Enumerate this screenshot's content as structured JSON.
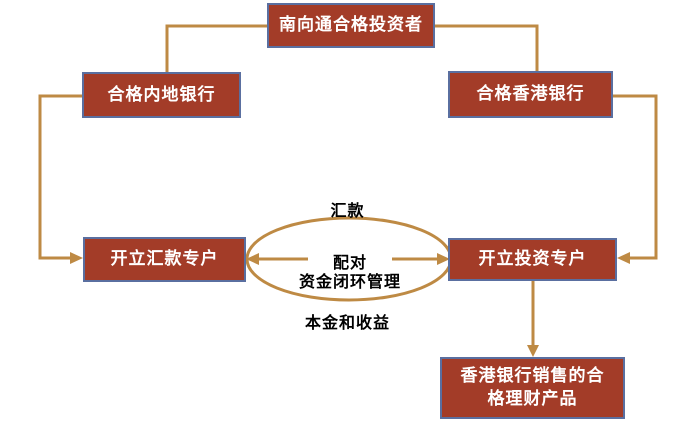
{
  "diagram": {
    "nodes": {
      "investor": {
        "label": "南向通合格投资者"
      },
      "mainland_bank": {
        "label": "合格内地银行"
      },
      "hk_bank": {
        "label": "合格香港银行"
      },
      "remittance_account": {
        "label": "开立汇款专户"
      },
      "investment_account": {
        "label": "开立投资专户"
      },
      "wm_products": {
        "lines": [
          "香港银行销售的合",
          "格理财产品"
        ]
      }
    },
    "labels": {
      "remittance_flow": "汇款",
      "pairing": "配对",
      "closed_loop": "资金闭环管理",
      "principal_income": "本金和收益"
    },
    "colors": {
      "node_fill": "#A33C28",
      "node_border": "#5A6FA0",
      "connector": "#BE8A44",
      "node_text": "#FFFFFF",
      "label_text": "#000000",
      "background": "#FFFFFF"
    }
  }
}
